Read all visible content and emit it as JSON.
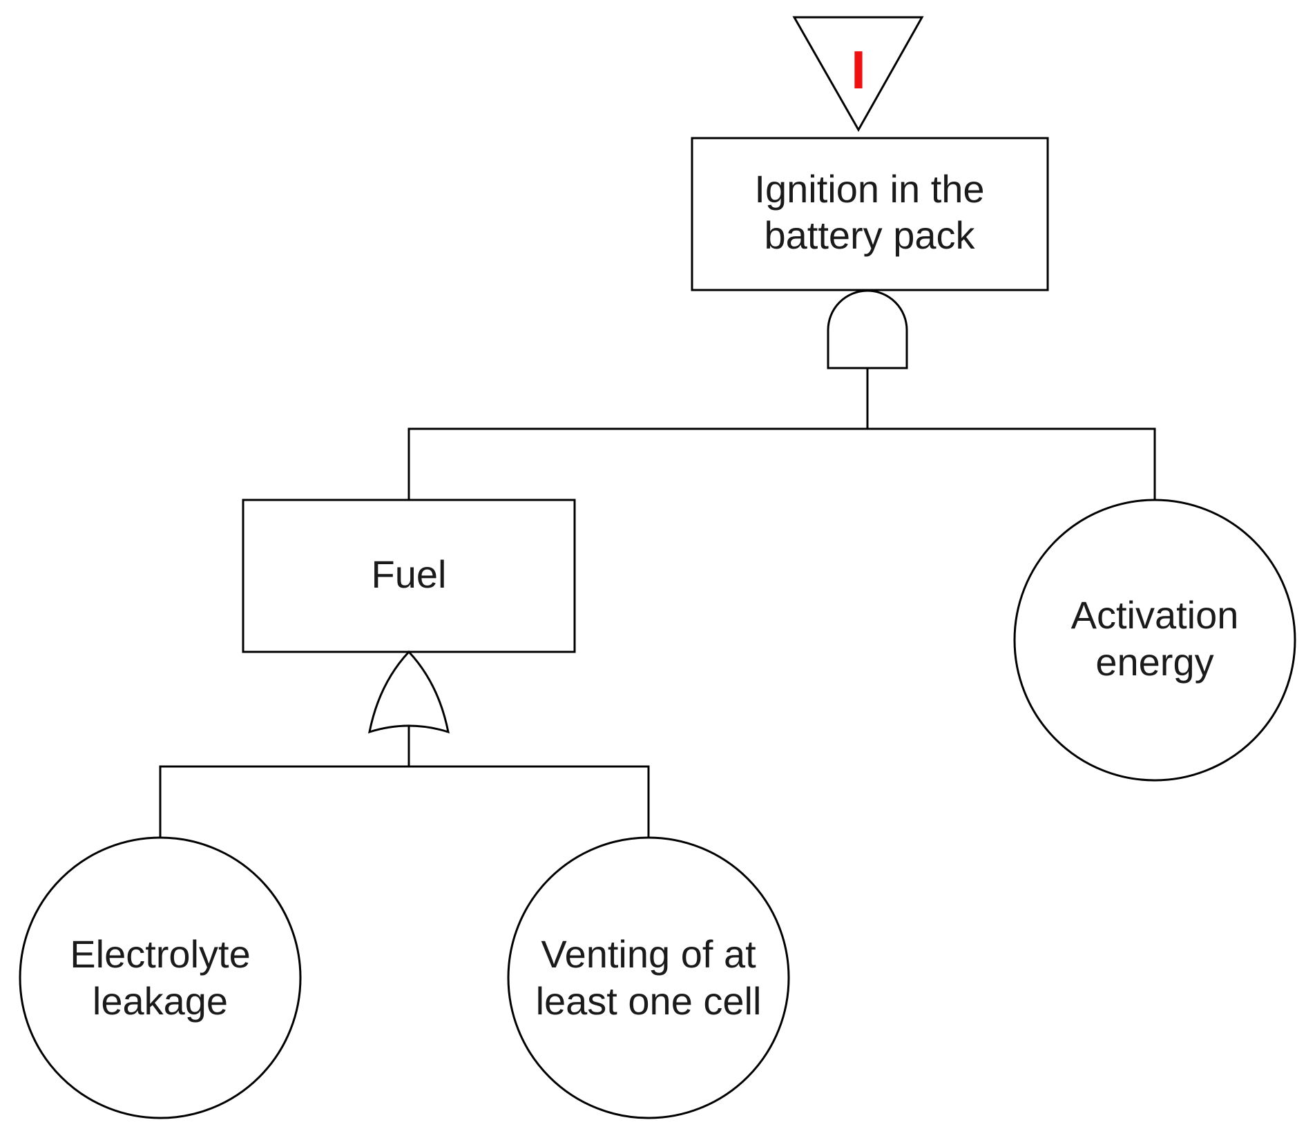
{
  "diagram": {
    "transfer_symbol": {
      "label": "I",
      "color": "#ee1111"
    },
    "top_event": {
      "line1": "Ignition in the",
      "line2": "battery pack",
      "gate": "and-gate-icon"
    },
    "fuel_event": {
      "label": "Fuel",
      "gate": "or-gate-icon"
    },
    "activation_event": {
      "line1": "Activation",
      "line2": "energy"
    },
    "electrolyte_event": {
      "line1": "Electrolyte",
      "line2": "leakage"
    },
    "venting_event": {
      "line1": "Venting of at",
      "line2": "least one cell"
    }
  }
}
